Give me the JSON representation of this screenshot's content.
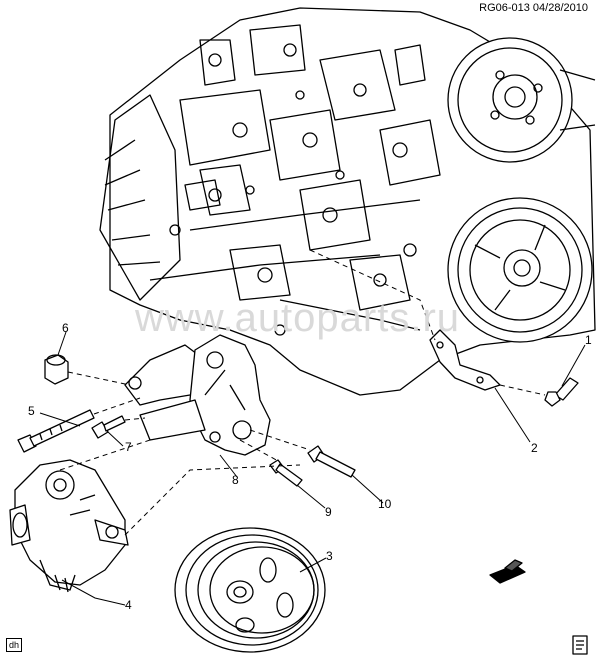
{
  "header": {
    "code": "RG06-013 04/28/2010"
  },
  "watermark": {
    "text": "www.autoparts.ru"
  },
  "footer": {
    "left_tag": "dh"
  },
  "callouts": {
    "c1": "1",
    "c2": "2",
    "c3": "3",
    "c4": "4",
    "c5": "5",
    "c6": "6",
    "c7": "7",
    "c8": "8",
    "c9": "9",
    "c10": "10"
  },
  "icons": {
    "engine": "engine-block-icon",
    "pulley": "pulley-icon",
    "pump": "power-steering-pump-icon",
    "bracket": "mounting-bracket-icon",
    "bolt": "bolt-icon",
    "connector": "connector-icon",
    "page": "page-icon"
  },
  "colors": {
    "line": "#000000",
    "background": "#ffffff",
    "watermark": "#d9d9d9"
  }
}
